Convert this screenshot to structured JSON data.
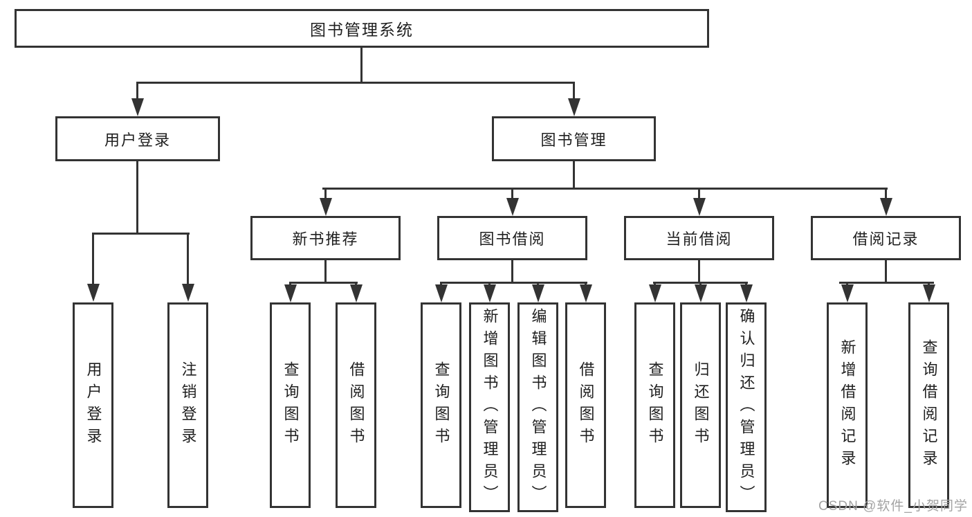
{
  "tree": {
    "root": "图书管理系统",
    "children": [
      {
        "label": "用户登录",
        "children": [
          {
            "label": "用户登录"
          },
          {
            "label": "注销登录"
          }
        ]
      },
      {
        "label": "图书管理",
        "children": [
          {
            "label": "新书推荐",
            "children": [
              {
                "label": "查询图书"
              },
              {
                "label": "借阅图书"
              }
            ]
          },
          {
            "label": "图书借阅",
            "children": [
              {
                "label": "查询图书"
              },
              {
                "label": "新增图书（管理员）"
              },
              {
                "label": "编辑图书（管理员）"
              },
              {
                "label": "借阅图书"
              }
            ]
          },
          {
            "label": "当前借阅",
            "children": [
              {
                "label": "查询图书"
              },
              {
                "label": "归还图书"
              },
              {
                "label": "确认归还（管理员）"
              }
            ]
          },
          {
            "label": "借阅记录",
            "children": [
              {
                "label": "新增借阅记录"
              },
              {
                "label": "查询借阅记录"
              }
            ]
          }
        ]
      }
    ]
  },
  "watermark": {
    "text": "CSDN @软件_小贺同学"
  },
  "colors": {
    "line": "#333333",
    "text": "#1f1f1f",
    "background": "#ffffff",
    "watermark": "#a3a3a3"
  }
}
